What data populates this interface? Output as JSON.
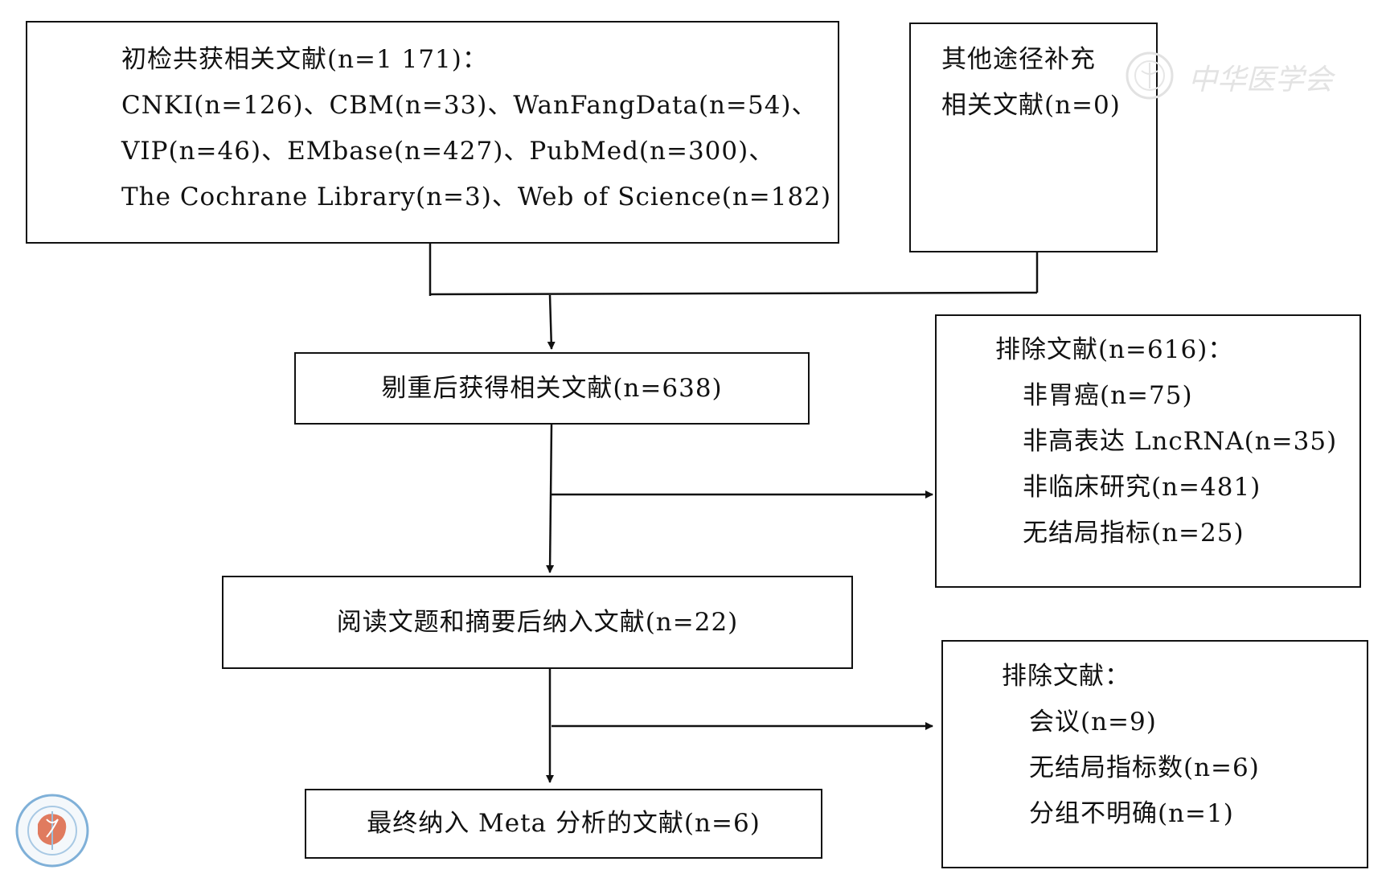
{
  "boxes": {
    "initial": {
      "lines": [
        "初检共获相关文献(n=1 171)：",
        "CNKI(n=126)、CBM(n=33)、WanFangData(n=54)、",
        "VIP(n=46)、EMbase(n=427)、PubMed(n=300)、",
        "The Cochrane Library(n=3)、Web of Science(n=182)"
      ]
    },
    "other": {
      "lines": [
        "其他途径补充",
        "相关文献(n=0)"
      ]
    },
    "dedup": {
      "text": "剔重后获得相关文献(n=638)"
    },
    "excluded1": {
      "title": "排除文献(n=616)：",
      "items": [
        "非胃癌(n=75)",
        "非高表达 LncRNA(n=35)",
        "非临床研究(n=481)",
        "无结局指标(n=25)"
      ]
    },
    "screened": {
      "text": "阅读文题和摘要后纳入文献(n=22)"
    },
    "excluded2": {
      "title": "排除文献：",
      "items": [
        "会议(n=9)",
        "无结局指标数(n=6)",
        "分组不明确(n=1)"
      ]
    },
    "final": {
      "text": "最终纳入 Meta 分析的文献(n=6)"
    }
  },
  "watermark": {
    "text": "中华医学会"
  },
  "colors": {
    "line": "#111111",
    "seal": "#e07b5f",
    "seal_ring": "#7fb0d8",
    "watermark": "#e3e3e3"
  }
}
